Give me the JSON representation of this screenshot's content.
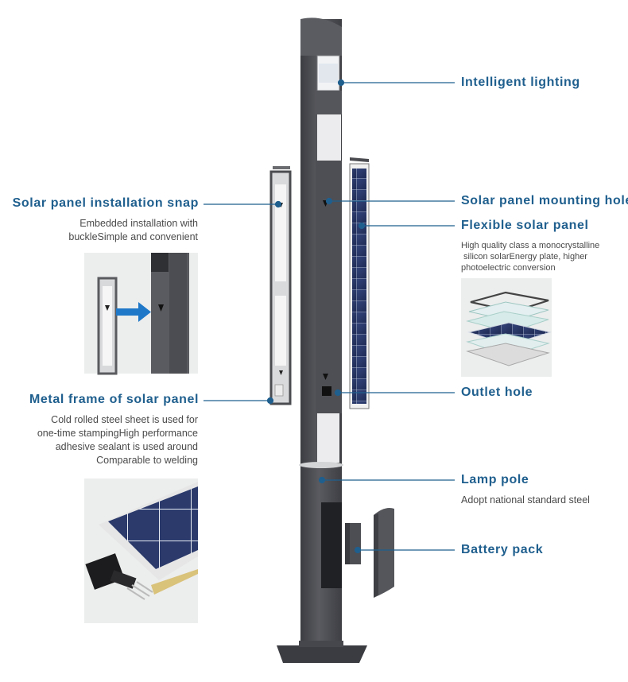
{
  "callouts": {
    "intelligent_lighting": {
      "title": "Intelligent lighting"
    },
    "mounting_hole": {
      "title": "Solar panel mounting hole"
    },
    "flexible_panel": {
      "title": "Flexible solar panel",
      "lines": [
        "High quality class a monocrystalline",
        " silicon solarEnergy plate, higher",
        "photoelectric conversion"
      ]
    },
    "outlet_hole": {
      "title": "Outlet hole"
    },
    "lamp_pole": {
      "title": "Lamp pole",
      "lines": [
        "Adopt national standard steel"
      ]
    },
    "battery_pack": {
      "title": "Battery pack"
    },
    "installation_snap": {
      "title": "Solar panel installation snap",
      "lines": [
        "Embedded installation with",
        "buckleSimple and convenient"
      ]
    },
    "metal_frame": {
      "title": "Metal frame of solar panel",
      "lines": [
        "Cold rolled steel sheet is used for",
        "one-time stampingHigh performance",
        "adhesive sealant is used around",
        "Comparable to welding"
      ]
    }
  },
  "colors": {
    "accent": "#1f5f8e",
    "pole": "#4a4b50",
    "panel_cell": "#2b3a6b"
  }
}
